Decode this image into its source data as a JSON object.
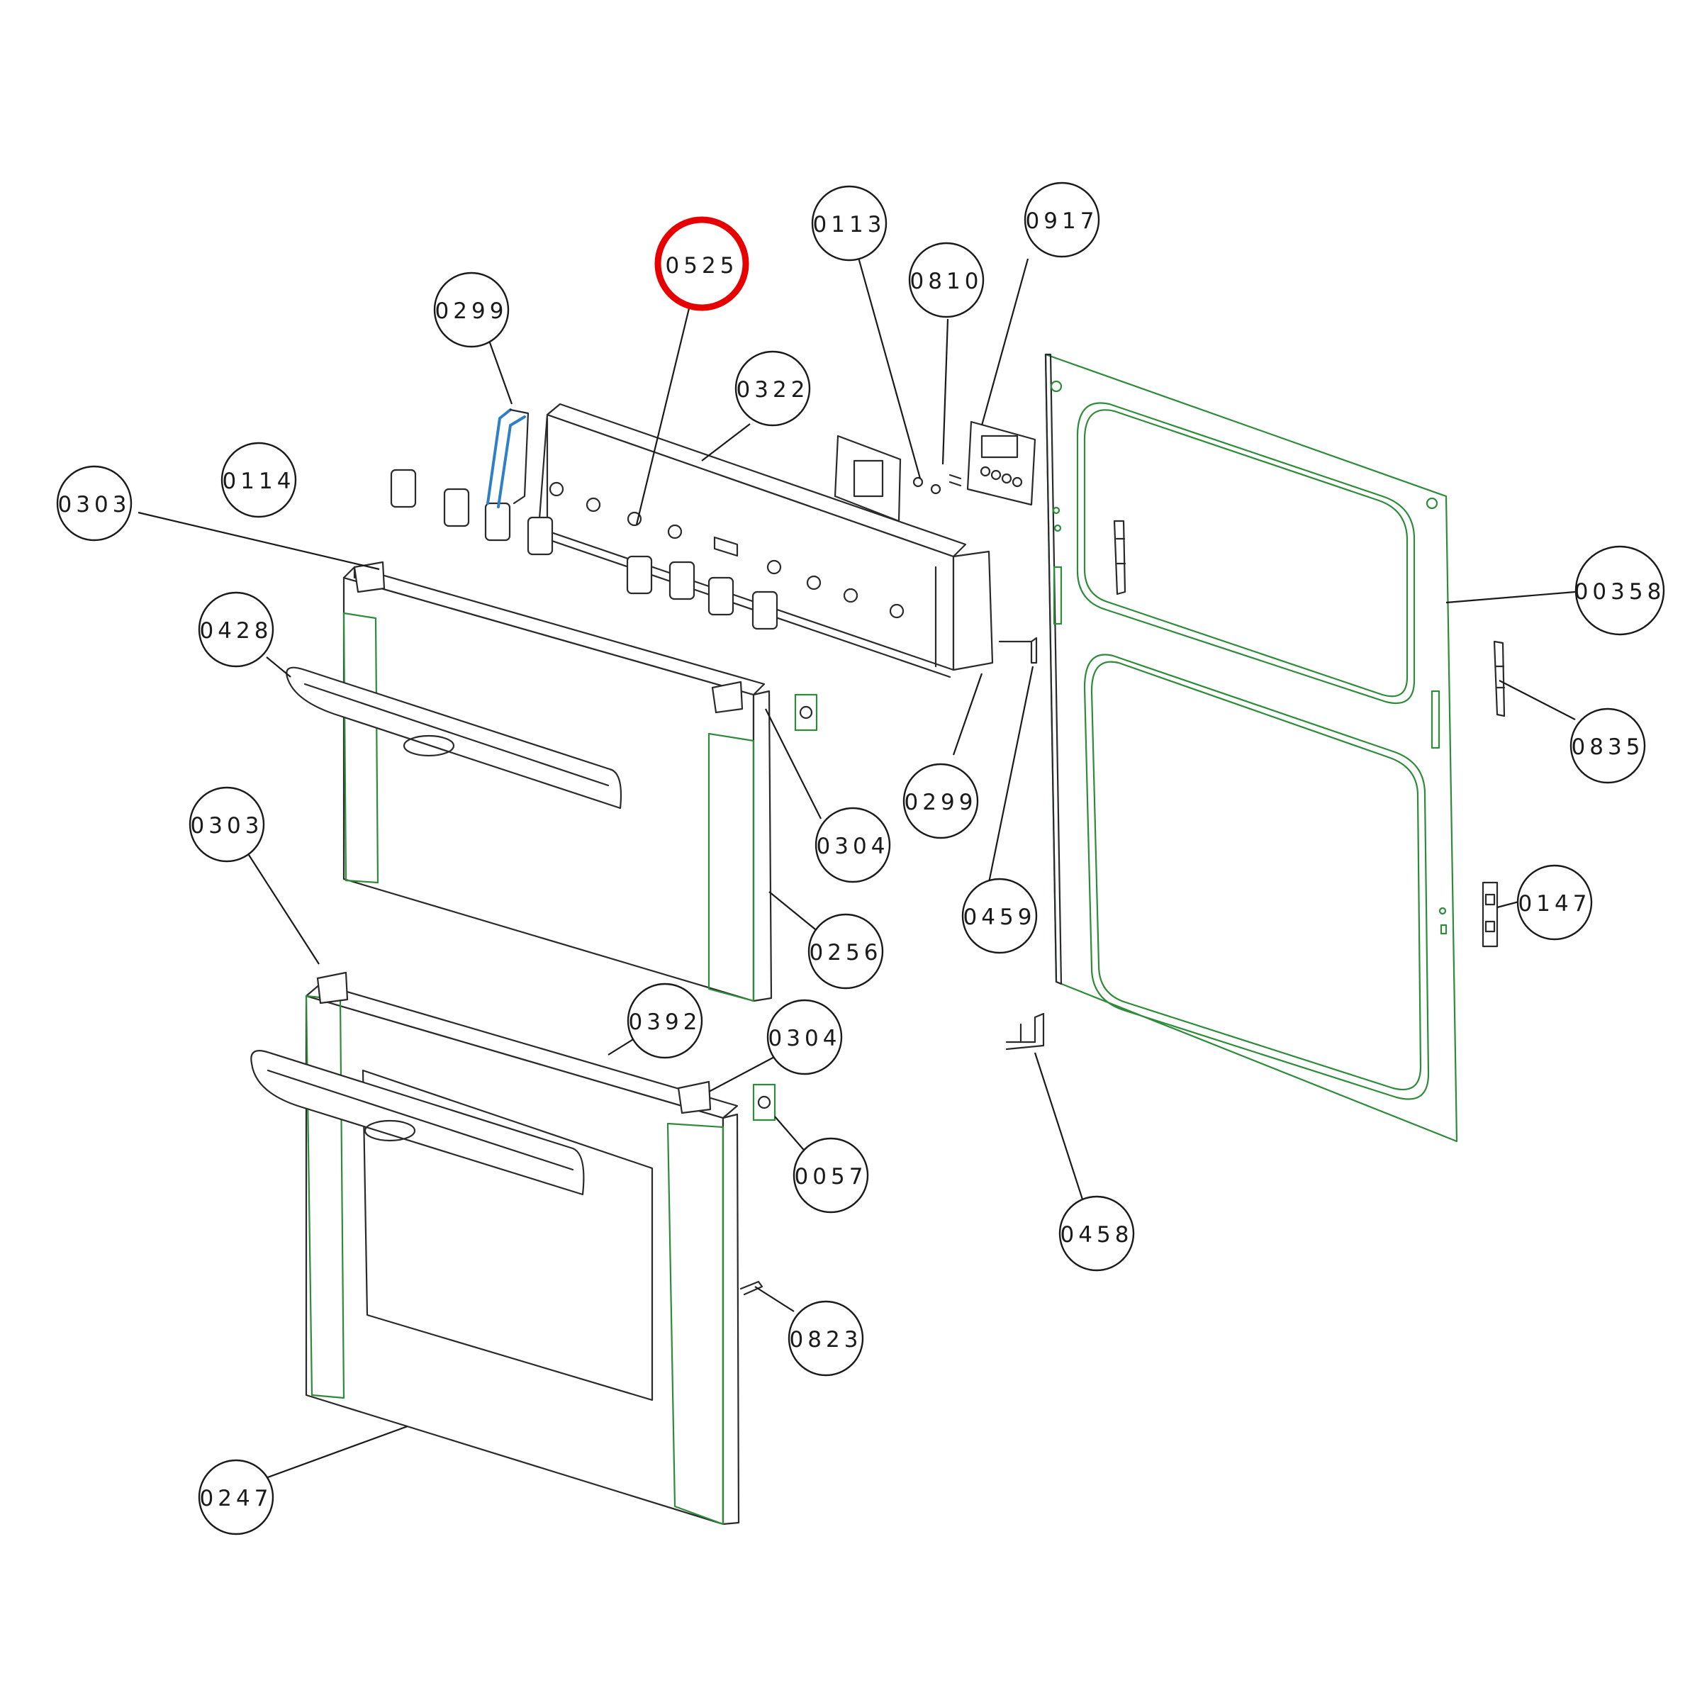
{
  "colors": {
    "part_outline": "#2a2a2a",
    "part_edge_green": "#2e8b3a",
    "part_highlight_blue": "#2f7fc4",
    "callout_highlight": "#e60000"
  },
  "callouts": {
    "c0525": "0525",
    "c0113": "0113",
    "c0917": "0917",
    "c0810": "0810",
    "c0299_top": "0299",
    "c0322": "0322",
    "c0114": "0114",
    "c0303_top": "0303",
    "c0428": "0428",
    "c00358": "00358",
    "c0835": "0835",
    "c0299_mid": "0299",
    "c0304_top": "0304",
    "c0459": "0459",
    "c0147": "0147",
    "c0303_mid": "0303",
    "c0256": "0256",
    "c0392": "0392",
    "c0304_mid": "0304",
    "c0057": "0057",
    "c0458": "0458",
    "c0823": "0823",
    "c0247": "0247"
  },
  "highlighted_callout": "0525"
}
